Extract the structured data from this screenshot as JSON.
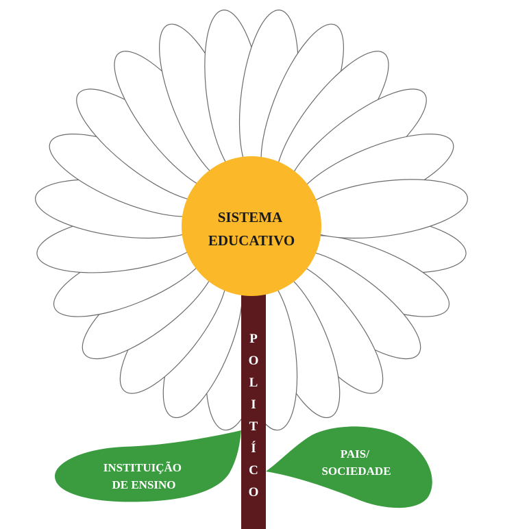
{
  "center": {
    "lines": [
      "SISTEMA",
      "EDUCATIVO"
    ]
  },
  "stem": {
    "word": "POLÍTICO",
    "letters": [
      "P",
      "O",
      "L",
      "I",
      "T",
      "Í",
      "C",
      "O"
    ]
  },
  "leaves": {
    "left": {
      "lines": [
        "INSTITUIÇÃO",
        "DE ENSINO"
      ]
    },
    "right": {
      "lines": [
        "PAIS/",
        "SOCIEDADE"
      ]
    }
  },
  "colors": {
    "center_fill": "#fbb829",
    "stem_fill": "#5c1a1f",
    "leaf_fill": "#3b9b3f",
    "petal_stroke": "#6b6b6b"
  }
}
